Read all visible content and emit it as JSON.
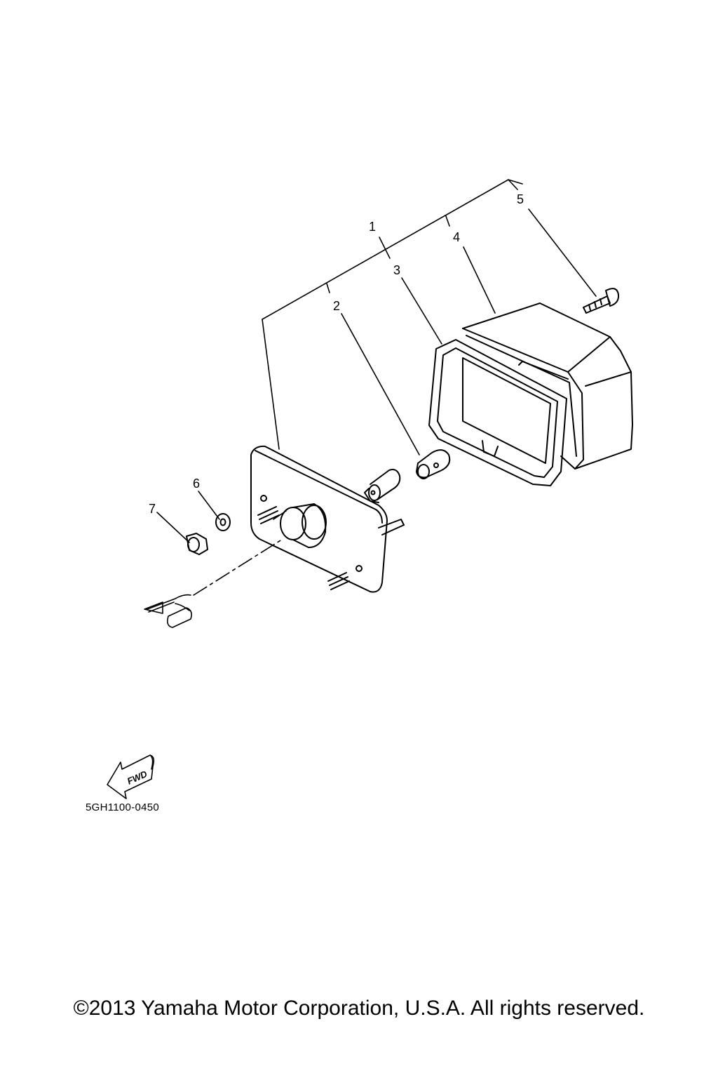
{
  "callouts": [
    {
      "id": "1",
      "text": "1"
    },
    {
      "id": "2",
      "text": "2"
    },
    {
      "id": "3",
      "text": "3"
    },
    {
      "id": "4",
      "text": "4"
    },
    {
      "id": "5",
      "text": "5"
    },
    {
      "id": "6",
      "text": "6"
    },
    {
      "id": "7",
      "text": "7"
    }
  ],
  "direction_badge": {
    "label": "FWD",
    "icon": "fwd-arrow-icon"
  },
  "drawing_code": "5GH1100-0450",
  "copyright": "©2013 Yamaha Motor Corporation, U.S.A. All rights reserved."
}
